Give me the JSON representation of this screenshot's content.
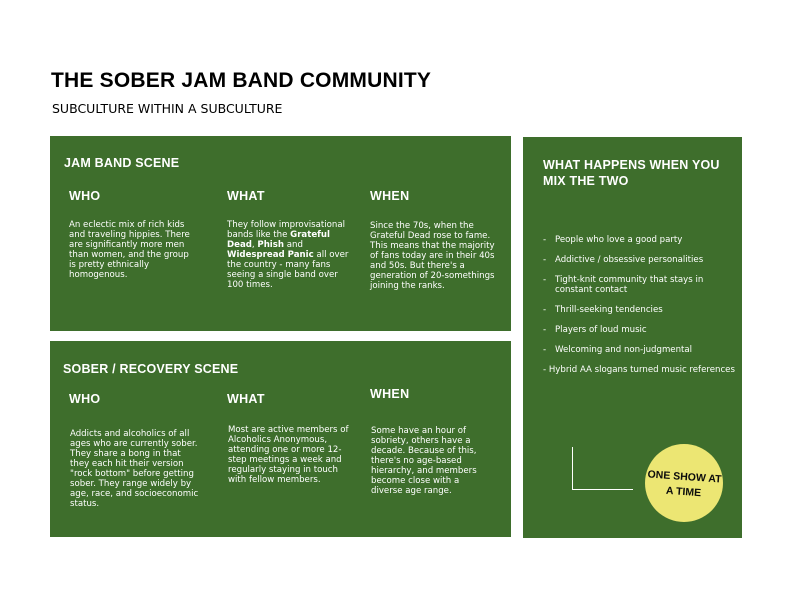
{
  "header": {
    "title": "THE SOBER JAM BAND COMMUNITY",
    "subtitle": "SUBCULTURE WITHIN A SUBCULTURE"
  },
  "jam_band": {
    "heading": "JAM BAND SCENE",
    "who_label": "WHO",
    "who_text": "An eclectic mix of rich kids and traveling hippies. There are significantly more men than women, and the group is pretty ethnically homogenous.",
    "what_label": "WHAT",
    "what_text": {
      "p1": "They follow improvisational  bands like the ",
      "b1": "Grateful Dead",
      "p2": ", ",
      "b2": "Phish",
      "p3": " and ",
      "b3": "Widespread Panic",
      "p4": " all over the country - many fans seeing a single band over 100 times."
    },
    "when_label": "WHEN",
    "when_text": "Since the 70s, when the Grateful Dead rose to fame. This means that the majority of fans today are in their 40s and 50s. But there's a generation of 20-somethings joining the ranks."
  },
  "sober": {
    "heading": "SOBER / RECOVERY SCENE",
    "who_label": "WHO",
    "who_text": "Addicts and alcoholics of all ages who are currently sober. They share a bong in that they each hit their version \"rock bottom\" before getting sober. They range widely by age, race, and socioeconomic status.",
    "what_label": "WHAT",
    "what_text": "Most are active members of Alcoholics Anonymous, attending one or more 12-step meetings a week and regularly staying in touch with  fellow members.",
    "when_label": "WHEN",
    "when_text": "Some have an hour of sobriety, others have a decade. Because of this, there's no age-based hierarchy, and members become close with a diverse age range."
  },
  "mix": {
    "heading": "WHAT HAPPENS WHEN YOU MIX THE TWO",
    "items": [
      "People who love a good party",
      "Addictive / obsessive personalities",
      "Tight-knit community that stays in constant contact",
      "Thrill-seeking tendencies",
      "Players of loud music",
      "Welcoming and non-judgmental"
    ],
    "last_item": "- Hybrid AA slogans turned music references",
    "dash": "-",
    "badge": "ONE SHOW AT A TIME"
  },
  "colors": {
    "panel_green": "#3e6e2c",
    "badge_yellow": "#ece673"
  }
}
